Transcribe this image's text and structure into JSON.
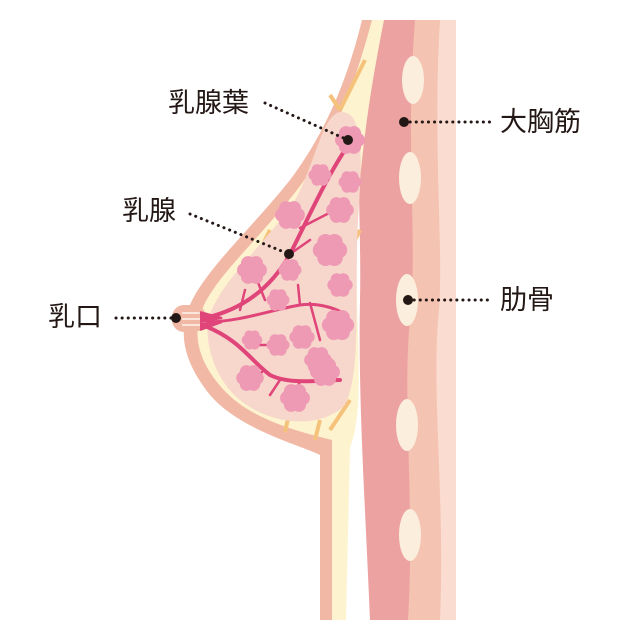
{
  "labels": {
    "lobe": "乳腺葉",
    "gland": "乳腺",
    "nipple_opening": "乳口",
    "pectoralis_major": "大胸筋",
    "ribs": "肋骨"
  },
  "colors": {
    "skin": "#f2b8a6",
    "fat": "#fdf4cf",
    "ligament": "#f5c27c",
    "gland_area": "#f7d6cc",
    "lobule": "#ee9ab4",
    "duct": "#e0457a",
    "muscle": "#eda2a2",
    "rib_layer": "#f4c3b1",
    "rib": "#fbeedd",
    "back_layer": "#fadcd0",
    "text": "#231815"
  }
}
